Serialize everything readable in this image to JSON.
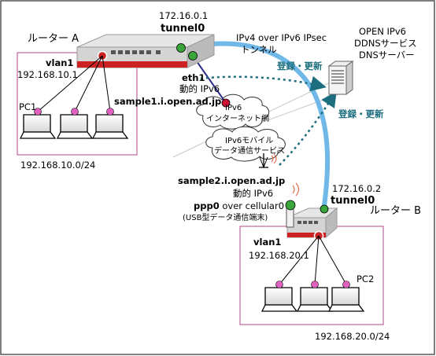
{
  "router_a": {
    "name": "ルーター A",
    "tunnel_ip": "172.16.0.1",
    "tunnel": "tunnel0",
    "vlan": "vlan1",
    "vlan_ip": "192.168.10.1",
    "wan_if": "eth1",
    "wan_dyn": "動的 IPv6",
    "wan_host": "sample1.i.open.ad.jp",
    "lan_net": "192.168.10.0/24",
    "pc_label": "PC1"
  },
  "router_b": {
    "name": "ルーター B",
    "tunnel_ip": "172.16.0.2",
    "tunnel": "tunnel0",
    "vlan": "vlan1",
    "vlan_ip": "192.168.20.1",
    "wan_host": "sample2.i.open.ad.jp",
    "wan_dyn": "動的 IPv6",
    "ppp_if": "ppp0",
    "ppp_over": " over cellular0",
    "ppp_note": "(USB型データ通信端末)",
    "lan_net": "192.168.20.0/24",
    "pc_label": "PC2"
  },
  "tunnel_caption": {
    "line1": "IPv4 over IPv6 IPsec",
    "line2": "トンネル"
  },
  "server": {
    "line1": "OPEN IPv6",
    "line2": "DDNSサービス",
    "line3": "DNSサーバー"
  },
  "register_a": "登録・更新",
  "register_b": "登録・更新",
  "internet_cloud": {
    "line1": "IPv6",
    "line2": "インターネット網"
  },
  "mobile_cloud": {
    "line1": "IPv6モバイル",
    "line2": "データ通信サービス"
  },
  "colors": {
    "tunnel": "#6fb8e8",
    "lan_box": "#b0488a",
    "pc_port": "#e060c0",
    "dotted": "#1d6e7e",
    "router_red": "#cc2222"
  }
}
